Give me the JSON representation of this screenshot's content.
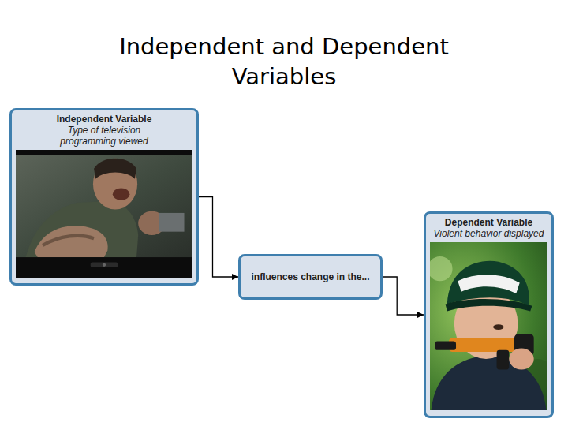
{
  "diagram": {
    "title": "Independent and Dependent Variables",
    "nodes": [
      {
        "text": [
          "Independent Variable",
          "Type of television programming viewed"
        ]
      },
      {
        "text": [
          "influences change in the..."
        ]
      },
      {
        "text": [
          "Dependent Variable",
          "Violent behavior displayed"
        ]
      }
    ],
    "edges": [
      {
        "from": 0,
        "to": 1,
        "arrow": "to"
      },
      {
        "from": 1,
        "to": 2,
        "arrow": "to"
      }
    ]
  }
}
